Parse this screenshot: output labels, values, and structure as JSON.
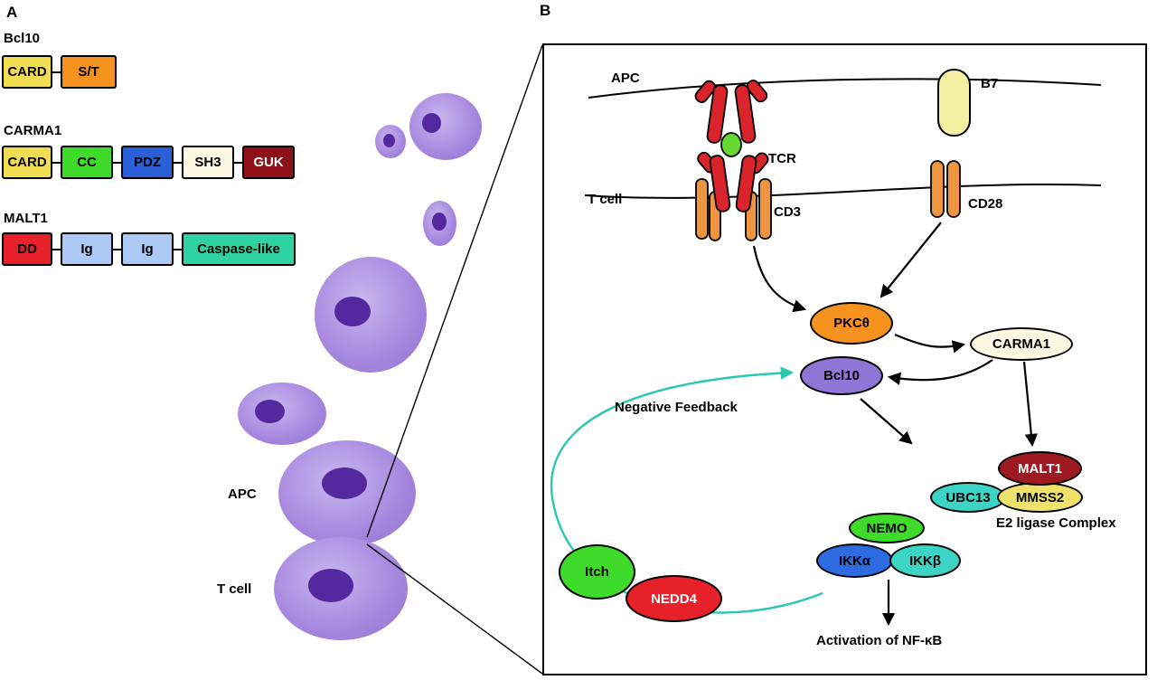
{
  "panels": {
    "a_label": "A",
    "b_label": "B"
  },
  "panel_a": {
    "proteins": [
      {
        "name": "Bcl10",
        "domains": [
          {
            "label": "CARD",
            "color": "#f0dd52",
            "text": "#000000"
          },
          {
            "label": "S/T",
            "color": "#f6921e",
            "text": "#000000"
          }
        ]
      },
      {
        "name": "CARMA1",
        "domains": [
          {
            "label": "CARD",
            "color": "#f0dd52",
            "text": "#000000"
          },
          {
            "label": "CC",
            "color": "#3fdb2a",
            "text": "#000000"
          },
          {
            "label": "PDZ",
            "color": "#2a5fd8",
            "text": "#000000"
          },
          {
            "label": "SH3",
            "color": "#fdf8e2",
            "text": "#000000"
          },
          {
            "label": "GUK",
            "color": "#8f1016",
            "text": "#ffffff"
          }
        ]
      },
      {
        "name": "MALT1",
        "domains": [
          {
            "label": "DD",
            "color": "#e62129",
            "text": "#000000"
          },
          {
            "label": "Ig",
            "color": "#adc9f5",
            "text": "#000000"
          },
          {
            "label": "Ig",
            "color": "#adc9f5",
            "text": "#000000"
          },
          {
            "label": "Caspase-like",
            "color": "#2fd3a3",
            "text": "#000000"
          }
        ]
      }
    ],
    "apc_label": "APC",
    "tcell_label": "T cell",
    "cell_colors": {
      "body": "#a98ae0",
      "nucleus": "#54289e"
    }
  },
  "panel_b": {
    "membrane_labels": {
      "apc": "APC",
      "tcell": "T cell"
    },
    "receptor_labels": {
      "tcr": "TCR",
      "cd3": "CD3",
      "b7": "B7",
      "cd28": "CD28"
    },
    "annotations": {
      "negative_feedback": "Negative Feedback",
      "e2_ligase": "E2 ligase Complex",
      "activation": "Activation of NF-κB"
    },
    "nodes": {
      "pkc": {
        "label": "PKCθ",
        "color": "#f6921e",
        "text": "#000000"
      },
      "carma1": {
        "label": "CARMA1",
        "color": "#fdf8e2",
        "text": "#000000"
      },
      "bcl10": {
        "label": "Bcl10",
        "color": "#8f76d6",
        "text": "#000000"
      },
      "malt1": {
        "label": "MALT1",
        "color": "#9e1a22",
        "text": "#ffffff"
      },
      "ubc13": {
        "label": "UBC13",
        "color": "#3cd4c4",
        "text": "#000000"
      },
      "mmss2": {
        "label": "MMSS2",
        "color": "#efe26a",
        "text": "#000000"
      },
      "nemo": {
        "label": "NEMO",
        "color": "#3fdb2a",
        "text": "#000000"
      },
      "ikka": {
        "label": "IKKα",
        "color": "#2f6be0",
        "text": "#000000"
      },
      "ikkb": {
        "label": "IKKβ",
        "color": "#3cd4c4",
        "text": "#000000"
      },
      "itch": {
        "label": "Itch",
        "color": "#3fdb2a",
        "text": "#000000"
      },
      "nedd4": {
        "label": "NEDD4",
        "color": "#e62129",
        "text": "#ffffff"
      }
    },
    "shape_colors": {
      "receptor_red": "#d8242a",
      "cd_orange": "#ef9540",
      "b7_yellow": "#f6f0a2",
      "peptide_green": "#66d832",
      "feedback_teal": "#2bc8b0"
    }
  }
}
